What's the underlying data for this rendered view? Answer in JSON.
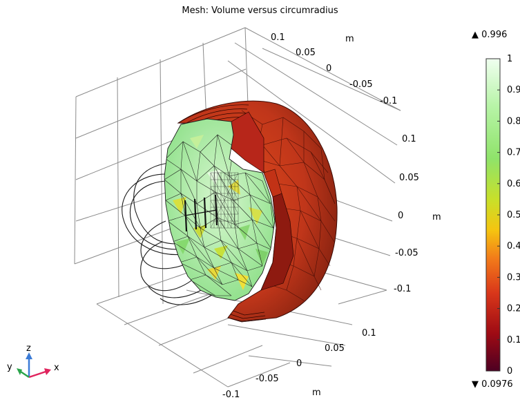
{
  "plot": {
    "title": "Mesh: Volume versus circumradius"
  },
  "axes": {
    "top_ticks": [
      "0.1",
      "0.05",
      "0",
      "-0.05",
      "-0.1"
    ],
    "top_unit": "m",
    "right_ticks": [
      "0.1",
      "0.05",
      "0",
      "-0.05",
      "-0.1"
    ],
    "right_unit": "m",
    "bottom_ticks": [
      "0.1",
      "0.05",
      "0",
      "-0.05",
      "-0.1"
    ],
    "bottom_unit": "m"
  },
  "colorbar": {
    "max_label": "0.996",
    "min_label": "0.0976",
    "ticks": [
      "1",
      "0.9",
      "0.8",
      "0.7",
      "0.6",
      "0.5",
      "0.4",
      "0.3",
      "0.2",
      "0.1",
      "0"
    ],
    "range": [
      0,
      1
    ],
    "stops": [
      "#4d0022",
      "#9e0b14",
      "#d9371a",
      "#f27b1a",
      "#f5c410",
      "#c8e02a",
      "#8fe36a",
      "#b8f4a8",
      "#f0fff0"
    ]
  },
  "triad": {
    "z_label": "z",
    "y_label": "y",
    "x_label": "x",
    "z_color": "#3b7bd6",
    "x_color": "#e0245e",
    "y_color": "#2aa44a"
  },
  "colors": {
    "shell_dark": "#8a2a10",
    "shell_mid": "#c03a16",
    "shell_light": "#d9521e",
    "inner_green": "#a7ec9c",
    "inner_yellow": "#d8e040",
    "grid": "#8a8a8a"
  }
}
